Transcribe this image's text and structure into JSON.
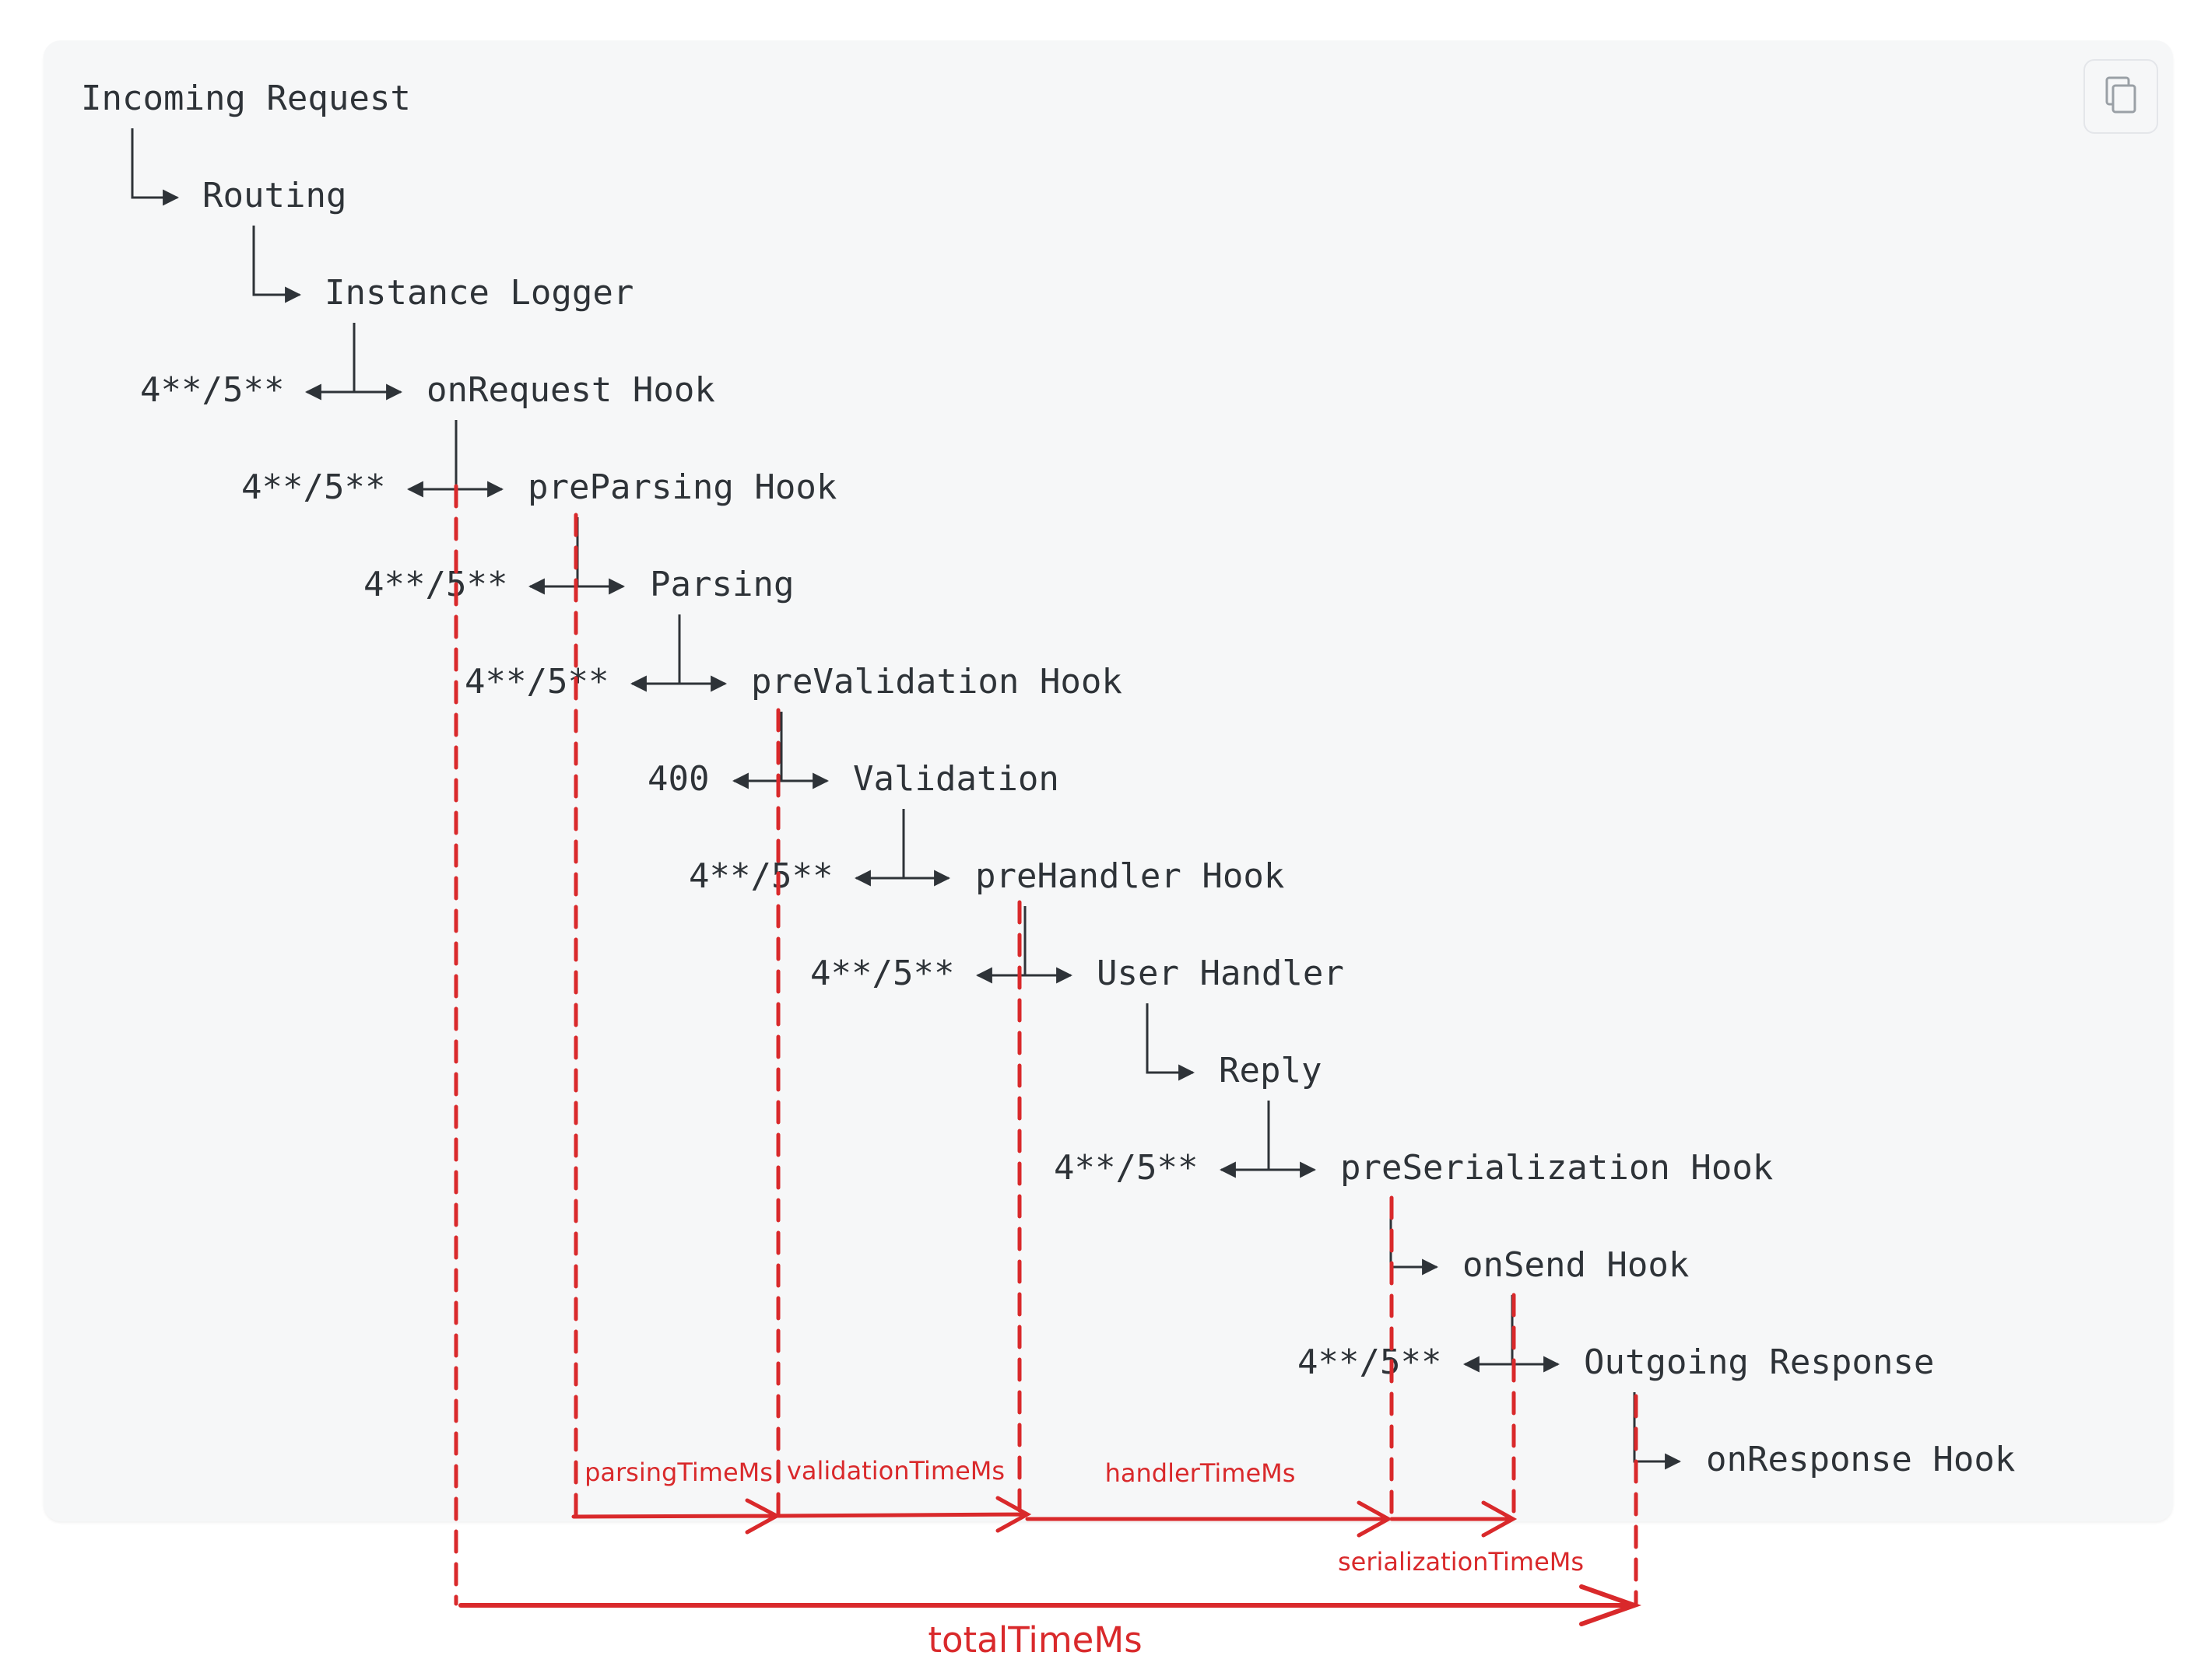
{
  "flow": {
    "steps": [
      "Incoming Request",
      "Routing",
      "Instance Logger",
      "onRequest Hook",
      "preParsing Hook",
      "Parsing",
      "preValidation Hook",
      "Validation",
      "preHandler Hook",
      "User Handler",
      "Reply",
      "preSerialization Hook",
      "onSend Hook",
      "Outgoing Response",
      "onResponse Hook"
    ],
    "error_codes": {
      "onRequest": "4**/5**",
      "preParsing": "4**/5**",
      "parsing": "4**/5**",
      "preValidation": "4**/5**",
      "validation": "400",
      "preHandler": "4**/5**",
      "userHandler": "4**/5**",
      "preSerialization": "4**/5**",
      "outgoingResponse": "4**/5**"
    }
  },
  "timings": {
    "parsing": "parsingTimeMs",
    "validation": "validationTimeMs",
    "handler": "handlerTimeMs",
    "serialization": "serializationTimeMs",
    "total": "totalTimeMs"
  },
  "colors": {
    "code_background": "#f6f7f8",
    "text": "#2e3338",
    "annotation_red": "#d9292b"
  },
  "icons": [
    "copy-icon"
  ]
}
